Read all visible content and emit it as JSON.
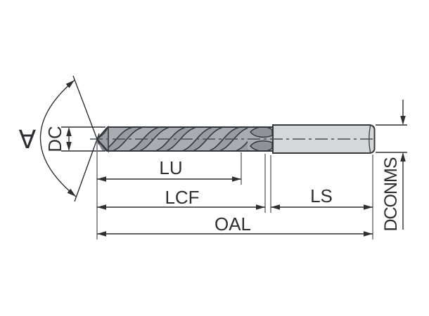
{
  "figure": {
    "point_angle_symbol": "∀",
    "labels": {
      "dc": "DC",
      "lu": "LU",
      "lcf": "LCF",
      "ls": "LS",
      "oal": "OAL",
      "dconms": "DCONMS"
    },
    "colors": {
      "drill_body": "#a9adb2",
      "flute_groove": "#989da2",
      "point_cone": "#9aa0a5",
      "flute_runout": "#8f9398",
      "shank": "#d5d7d9",
      "outline": "#35383c",
      "dimension_lines": "#2d2f32",
      "extension_lines": "#6f7377",
      "centerline": "#4a4e52",
      "background": "#ffffff"
    }
  }
}
